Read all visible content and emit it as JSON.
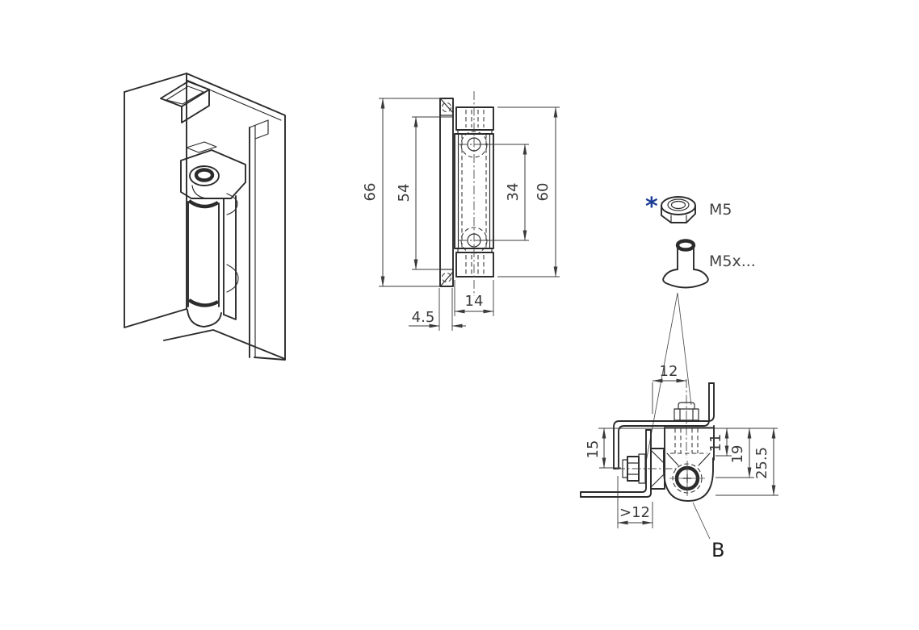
{
  "front_view": {
    "dim_overall_height": "66",
    "dim_inner_height": "54",
    "dim_hole_spacing": "34",
    "dim_body_height": "60",
    "dim_body_width": "14",
    "dim_flange_thickness": "4.5"
  },
  "hardware": {
    "asterisk": "*",
    "nut_label": "M5",
    "screw_label": "M5x..."
  },
  "section_view": {
    "dim_screw_offset": "12",
    "dim_frame_leg": "15",
    "dim_upper_depth": "11",
    "dim_pin_axis_depth": "19",
    "dim_total_depth": "25.5",
    "dim_min_clearance": ">12",
    "detail_label": "B"
  },
  "colors": {
    "background": "#ffffff",
    "part_line": "#2b2b2b",
    "dimension_line": "#3a3a3a",
    "accent_asterisk": "#1e3d96"
  }
}
